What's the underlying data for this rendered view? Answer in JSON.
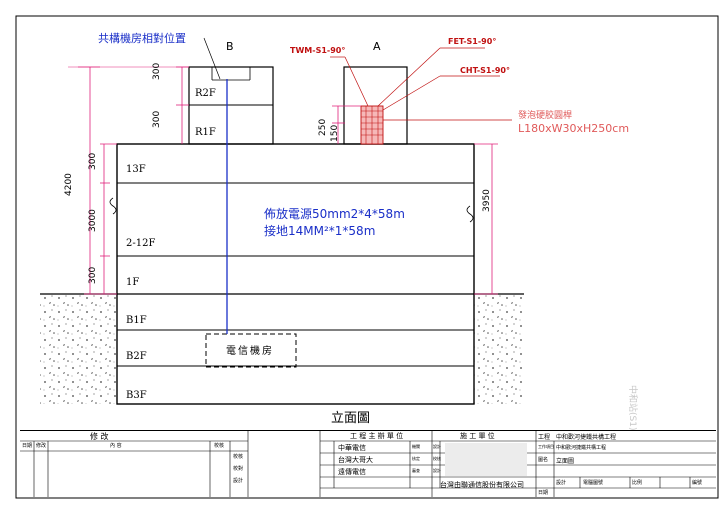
{
  "diagram": {
    "view_title": "立面圖",
    "buildings": {
      "b_label": "B",
      "a_label": "A"
    },
    "floors": [
      "R2F",
      "R1F",
      "13F",
      "2-12F",
      "1F",
      "B1F",
      "B2F",
      "B3F"
    ],
    "telecom_room": "電信機房",
    "shared_room_label": "共構機房相對位置",
    "antenna_labels": [
      "TWM-S1-90°",
      "FET-S1-90°",
      "CHT-S1-90°"
    ],
    "bracket": {
      "name": "發泡硬胶圓桿",
      "size": "L180xW30xH250cm"
    },
    "cable_note": {
      "power": "佈放電源50mm2*4*58m",
      "ground": "接地14MM²*1*58m"
    },
    "dims": {
      "d300_a": "300",
      "d300_b": "300",
      "d300_c": "300",
      "d3000": "3000",
      "d300_d": "300",
      "d4200": "4200",
      "d250": "250",
      "d150": "150",
      "d3950": "3950"
    }
  },
  "title_block": {
    "revision_header": "修          改",
    "revision_cols": [
      "日期",
      "修改",
      "內          容",
      "校核"
    ],
    "side_labels": [
      "校核",
      "校對",
      "設計"
    ],
    "eng_header": "工 程 主 辦 單 位",
    "owners": [
      "中華電信",
      "台灣大哥大",
      "遠傳電信"
    ],
    "contractor_header": "施 工 單 位",
    "contractor_small": [
      "機關",
      "核定",
      "審查",
      "設計",
      "校核",
      "設計"
    ],
    "company": "台灣由聯通信股份有限公司",
    "date_label": "日期",
    "project_labels": [
      "工程",
      "工作項目",
      "圖名",
      "設計",
      "比例",
      "編號"
    ],
    "project_values": [
      "中和歡河捷鐵共構工程",
      "中和歡河捷鐵共構工程",
      "立面圖",
      "",
      "",
      ""
    ],
    "side_small": [
      "審核",
      "審核",
      "審核"
    ],
    "drawing_no_label": "電腦圖號",
    "sheet_label": "圖號",
    "scale_label": "比例"
  },
  "margin_text": "中和站(S1)"
}
